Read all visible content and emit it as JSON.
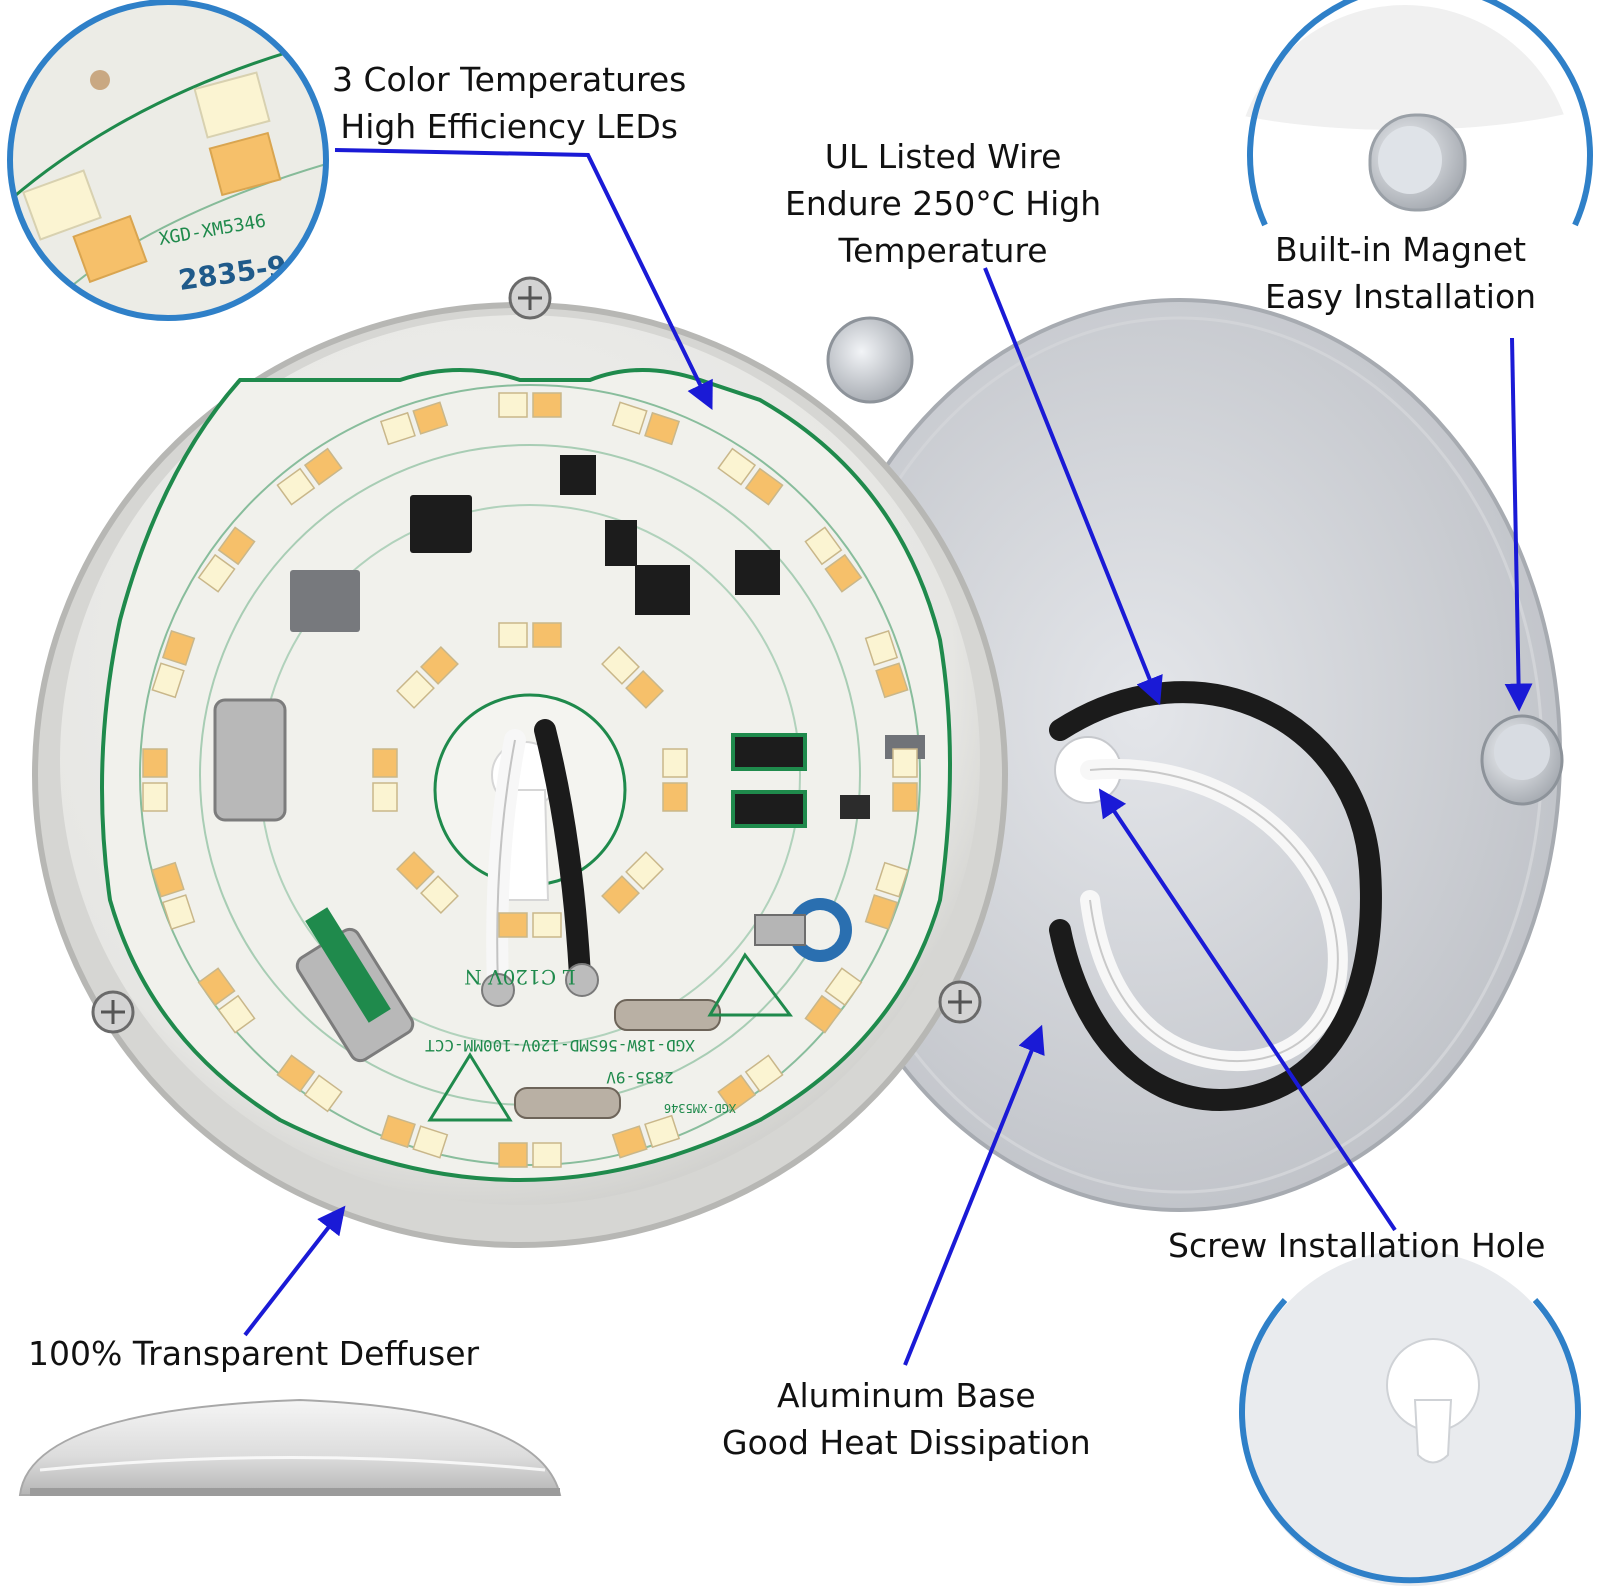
{
  "callouts": {
    "leds": {
      "line1": "3 Color Temperatures",
      "line2": "High Efficiency LEDs"
    },
    "wire": {
      "line1": "UL Listed Wire",
      "line2": "Endure 250°C High",
      "line3": "Temperature"
    },
    "magnet": {
      "line1": "Built-in Magnet",
      "line2": "Easy Installation"
    },
    "hole": {
      "line1": "Screw Installation Hole"
    },
    "diffuser": {
      "line1": "100% Transparent Deffuser"
    },
    "base": {
      "line1": "Aluminum Base",
      "line2": "Good Heat Dissipation"
    }
  },
  "pcb": {
    "model": "XGD-18W-56SMD-120V-100MM-CCT",
    "code": "2835-9V",
    "part": "XGD-XM5346",
    "voltage": "L  C120V  N",
    "zoom_part": "XGD-XM5346",
    "zoom_code": "2835-9"
  },
  "colors": {
    "arrow": "#1a1ad6",
    "zoom_ring": "#2f80c8",
    "pcb_trace": "#1f8a4c",
    "led_warm": "#f6c06a",
    "led_cool": "#fbf4d2"
  }
}
